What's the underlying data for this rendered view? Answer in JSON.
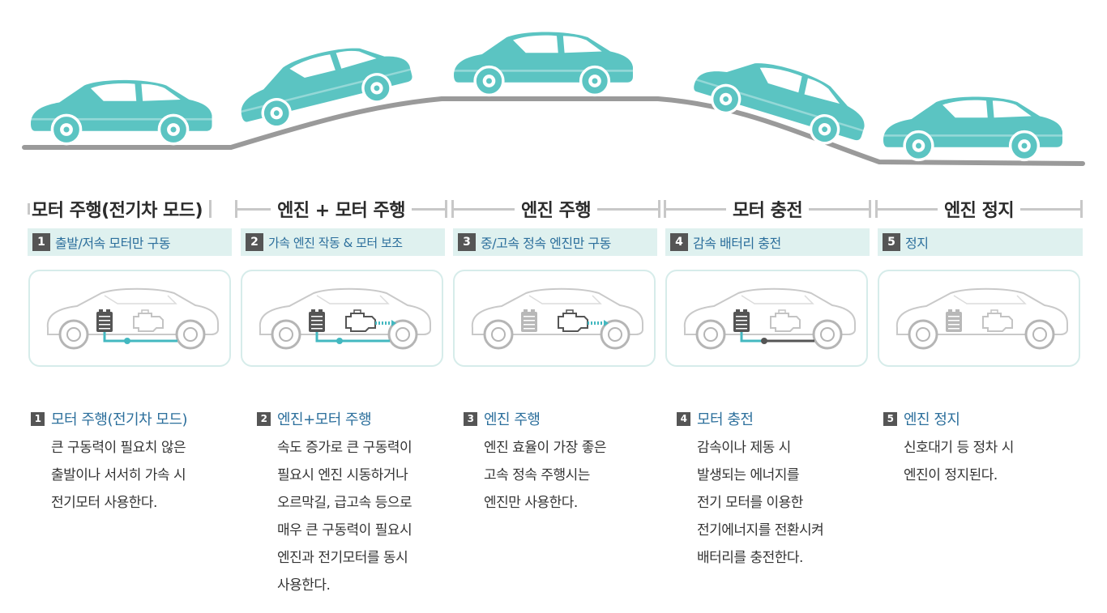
{
  "colors": {
    "car": "#5bc4c2",
    "road": "#9a9a9a",
    "accent_text": "#2c6f9c",
    "step_bg": "#dff1ef",
    "card_border": "#d6ecea",
    "flow": "#43b8c0"
  },
  "modes": [
    {
      "title": "모터 주행(전기차 모드)",
      "step_no": "1",
      "step_text": "출발/저속 모터만 구동",
      "desc_title": "모터 주행(전기차 모드)",
      "desc_lines": [
        "큰 구동력이 필요치 않은",
        "출발이나 서서히 가속 시",
        "전기모터 사용한다."
      ],
      "battery_active": true,
      "engine_active": false,
      "flow": "battery-to-rear"
    },
    {
      "title": "엔진 + 모터 주행",
      "step_no": "2",
      "step_text": "가속 엔진 작동 & 모터 보조",
      "desc_title": "엔진+모터 주행",
      "desc_lines": [
        "속도 증가로 큰 구동력이",
        "필요시 엔진 시동하거나",
        "오르막길, 급고속 등으로",
        "매우 큰 구동력이 필요시",
        "엔진과 전기모터를 동시",
        "사용한다."
      ],
      "battery_active": true,
      "engine_active": true,
      "flow": "both"
    },
    {
      "title": "엔진 주행",
      "step_no": "3",
      "step_text": "중/고속 정속 엔진만 구동",
      "desc_title": "엔진 주행",
      "desc_lines": [
        "엔진 효율이 가장 좋은",
        "고속 정속 주행시는",
        "엔진만 사용한다."
      ],
      "battery_active": false,
      "engine_active": true,
      "flow": "engine-only"
    },
    {
      "title": "모터 충전",
      "step_no": "4",
      "step_text": "감속 배터리 충전",
      "desc_title": "모터 충전",
      "desc_lines": [
        "감속이나 제동 시",
        "발생되는 에너지를",
        "전기 모터를 이용한",
        "전기에너지를 전환시켜",
        "배터리를 충전한다."
      ],
      "battery_active": true,
      "engine_active": false,
      "flow": "regen"
    },
    {
      "title": "엔진 정지",
      "step_no": "5",
      "step_text": "정지",
      "desc_title": "엔진 정지",
      "desc_lines": [
        "신호대기 등 정차 시",
        "엔진이 정지된다."
      ],
      "battery_active": false,
      "engine_active": false,
      "flow": "none"
    }
  ]
}
